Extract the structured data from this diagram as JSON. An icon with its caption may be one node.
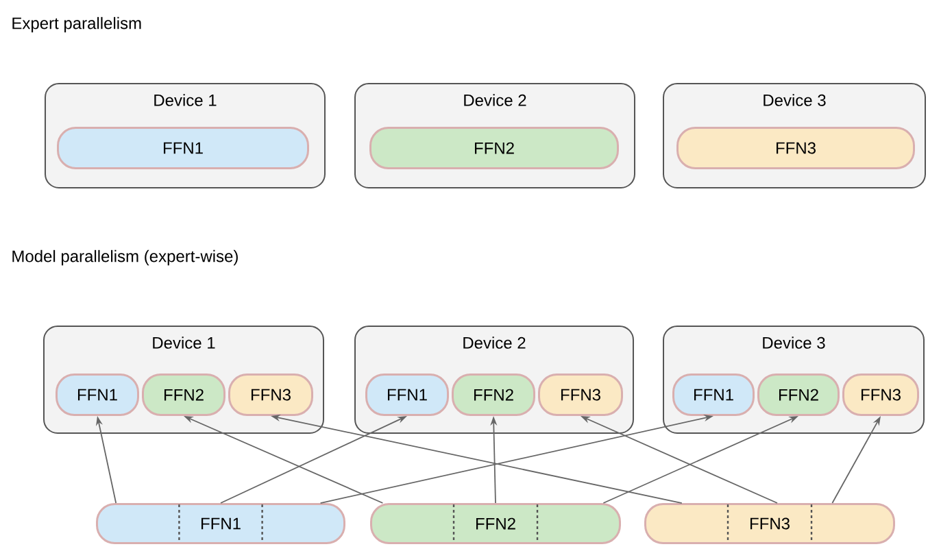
{
  "diagram": {
    "nodes": [
      {
        "text": [
          "Device 1"
        ]
      },
      {
        "text": [
          "FFN1"
        ],
        "in": 0
      },
      {
        "text": [
          "Device 2"
        ]
      },
      {
        "text": [
          "FFN2"
        ],
        "in": 2
      },
      {
        "text": [
          "Device 3"
        ]
      },
      {
        "text": [
          "FFN3"
        ],
        "in": 4
      },
      {
        "text": [
          "Device 1"
        ]
      },
      {
        "text": [
          "FFN1"
        ],
        "in": 6
      },
      {
        "text": [
          "FFN2"
        ],
        "in": 6
      },
      {
        "text": [
          "FFN3"
        ],
        "in": 6
      },
      {
        "text": [
          "Device 2"
        ]
      },
      {
        "text": [
          "FFN1"
        ],
        "in": 10
      },
      {
        "text": [
          "FFN2"
        ],
        "in": 10
      },
      {
        "text": [
          "FFN3"
        ],
        "in": 10
      },
      {
        "text": [
          "Device 3"
        ]
      },
      {
        "text": [
          "FFN1"
        ],
        "in": 14
      },
      {
        "text": [
          "FFN2"
        ],
        "in": 14
      },
      {
        "text": [
          "FFN3"
        ],
        "in": 14
      },
      {
        "text": [
          "FFN1"
        ]
      },
      {
        "text": [
          "FFN2"
        ]
      },
      {
        "text": [
          "FFN3"
        ]
      }
    ],
    "edges": [
      {
        "from": 18,
        "to": 7,
        "arrow": "to"
      },
      {
        "from": 18,
        "to": 11,
        "arrow": "to"
      },
      {
        "from": 18,
        "to": 15,
        "arrow": "to"
      },
      {
        "from": 19,
        "to": 8,
        "arrow": "to"
      },
      {
        "from": 19,
        "to": 12,
        "arrow": "to"
      },
      {
        "from": 19,
        "to": 16,
        "arrow": "to"
      },
      {
        "from": 20,
        "to": 9,
        "arrow": "to"
      },
      {
        "from": 20,
        "to": 13,
        "arrow": "to"
      },
      {
        "from": 20,
        "to": 17,
        "arrow": "to"
      }
    ],
    "labels": [
      "Expert parallelism",
      "Model parallelism (expert-wise)"
    ]
  }
}
